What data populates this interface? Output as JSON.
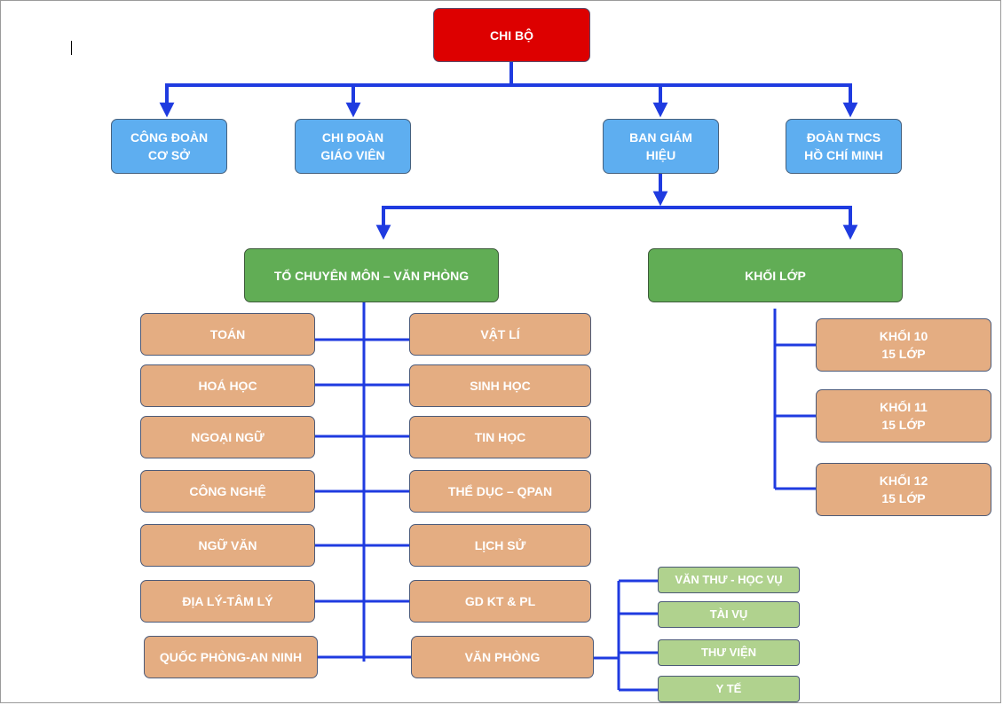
{
  "root": {
    "label": "CHI BỘ"
  },
  "level1": {
    "cong_doan": [
      "CÔNG ĐOÀN",
      "CƠ SỞ"
    ],
    "chi_doan": [
      "CHI ĐOÀN",
      "GIÁO VIÊN"
    ],
    "ban_giam_hieu": [
      "BAN GIÁM",
      "HIỆU"
    ],
    "doan_tncs": [
      "ĐOÀN TNCS",
      "HỒ CHÍ MINH"
    ]
  },
  "level2": {
    "to_chuyen_mon": "TỔ CHUYÊN MÔN – VĂN PHÒNG",
    "khoi_lop": "KHỐI LỚP"
  },
  "departments": {
    "left": [
      "TOÁN",
      "HOÁ HỌC",
      "NGOẠI NGỮ",
      "CÔNG NGHỆ",
      "NGỮ VĂN",
      "ĐỊA LÝ-TÂM LÝ",
      "QUỐC PHÒNG-AN NINH"
    ],
    "right": [
      "VẬT LÍ",
      "SINH HỌC",
      "TIN HỌC",
      "THỂ DỤC – QPAN",
      "LỊCH SỬ",
      "GD KT & PL",
      "VĂN PHÒNG"
    ]
  },
  "office_units": [
    "VĂN THƯ - HỌC VỤ",
    "TÀI VỤ",
    "THƯ VIỆN",
    "Y TẾ"
  ],
  "grades": [
    {
      "name": "KHỐI 10",
      "classes": "15 LỚP"
    },
    {
      "name": "KHỐI 11",
      "classes": "15 LỚP"
    },
    {
      "name": "KHỐI 12",
      "classes": "15 LỚP"
    }
  ],
  "colors": {
    "connector": "#1f3be0",
    "root": "#dd0000",
    "level1": "#5eaef0",
    "level2": "#61ad55",
    "department": "#e4ad82",
    "office_unit": "#b0d28e"
  }
}
